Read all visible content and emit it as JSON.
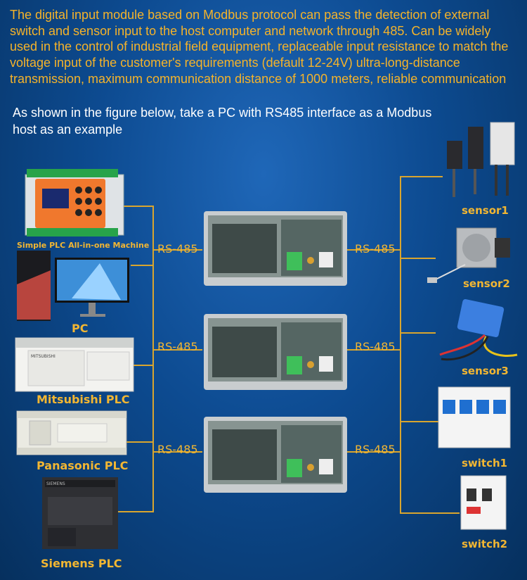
{
  "intro_text": "The digital input module based on Modbus protocol can pass the detection of external switch and sensor input to the host computer and network through 485. Can be widely used in the control of industrial field equipment, replaceable input resistance to match the voltage input of the customer's requirements (default 12-24V) ultra-long-distance transmission, maximum communication distance of 1000 meters, reliable communication",
  "sub_text": "As shown in the figure below, take a PC with RS485 interface as a Modbus host as an example",
  "hosts": {
    "plc_machine": "Simple PLC All-in-one Machine",
    "pc": "PC",
    "mitsubishi": "Mitsubishi PLC",
    "panasonic": "Panasonic PLC",
    "siemens": "Siemens PLC"
  },
  "bus_label": "RS-485",
  "right_bus_label": "RS-485",
  "devices": {
    "sensor1": "sensor1",
    "sensor2": "sensor2",
    "sensor3": "sensor3",
    "switch1": "switch1",
    "switch2": "switch2"
  },
  "colors": {
    "accent": "#f2b632",
    "line": "#d9a52e",
    "background": "#0d4b91"
  }
}
